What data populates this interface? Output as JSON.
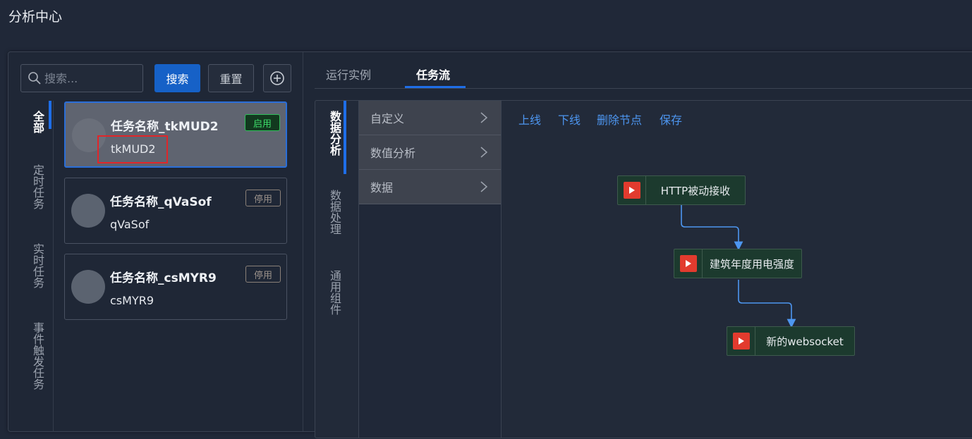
{
  "app": {
    "title": "分析中心"
  },
  "search": {
    "placeholder": "搜索...",
    "search_label": "搜索",
    "reset_label": "重置"
  },
  "vtabs": [
    "全部",
    "定时任务",
    "实时任务",
    "事件触发任务"
  ],
  "cards": [
    {
      "name": "任务名称_tkMUD2",
      "code": "tkMUD2",
      "status": "启用"
    },
    {
      "name": "任务名称_qVaSof",
      "code": "qVaSof",
      "status": "停用"
    },
    {
      "name": "任务名称_csMYR9",
      "code": "csMYR9",
      "status": "停用"
    }
  ],
  "top_tabs": [
    "运行实例",
    "任务流"
  ],
  "categories": [
    "数据分析",
    "数据处理",
    "通用组件"
  ],
  "components": [
    "自定义",
    "数值分析",
    "数据"
  ],
  "toolbar": {
    "online": "上线",
    "offline": "下线",
    "delete_node": "删除节点",
    "save": "保存"
  },
  "nodes": [
    "HTTP被动接收",
    "建筑年度用电强度",
    "新的websocket"
  ],
  "colors": {
    "accent": "#1e6ee8",
    "link": "#4d96f0",
    "enabled": "#3ddc6a",
    "node_bg": "#1c3a2e",
    "play": "#e23b2e"
  }
}
